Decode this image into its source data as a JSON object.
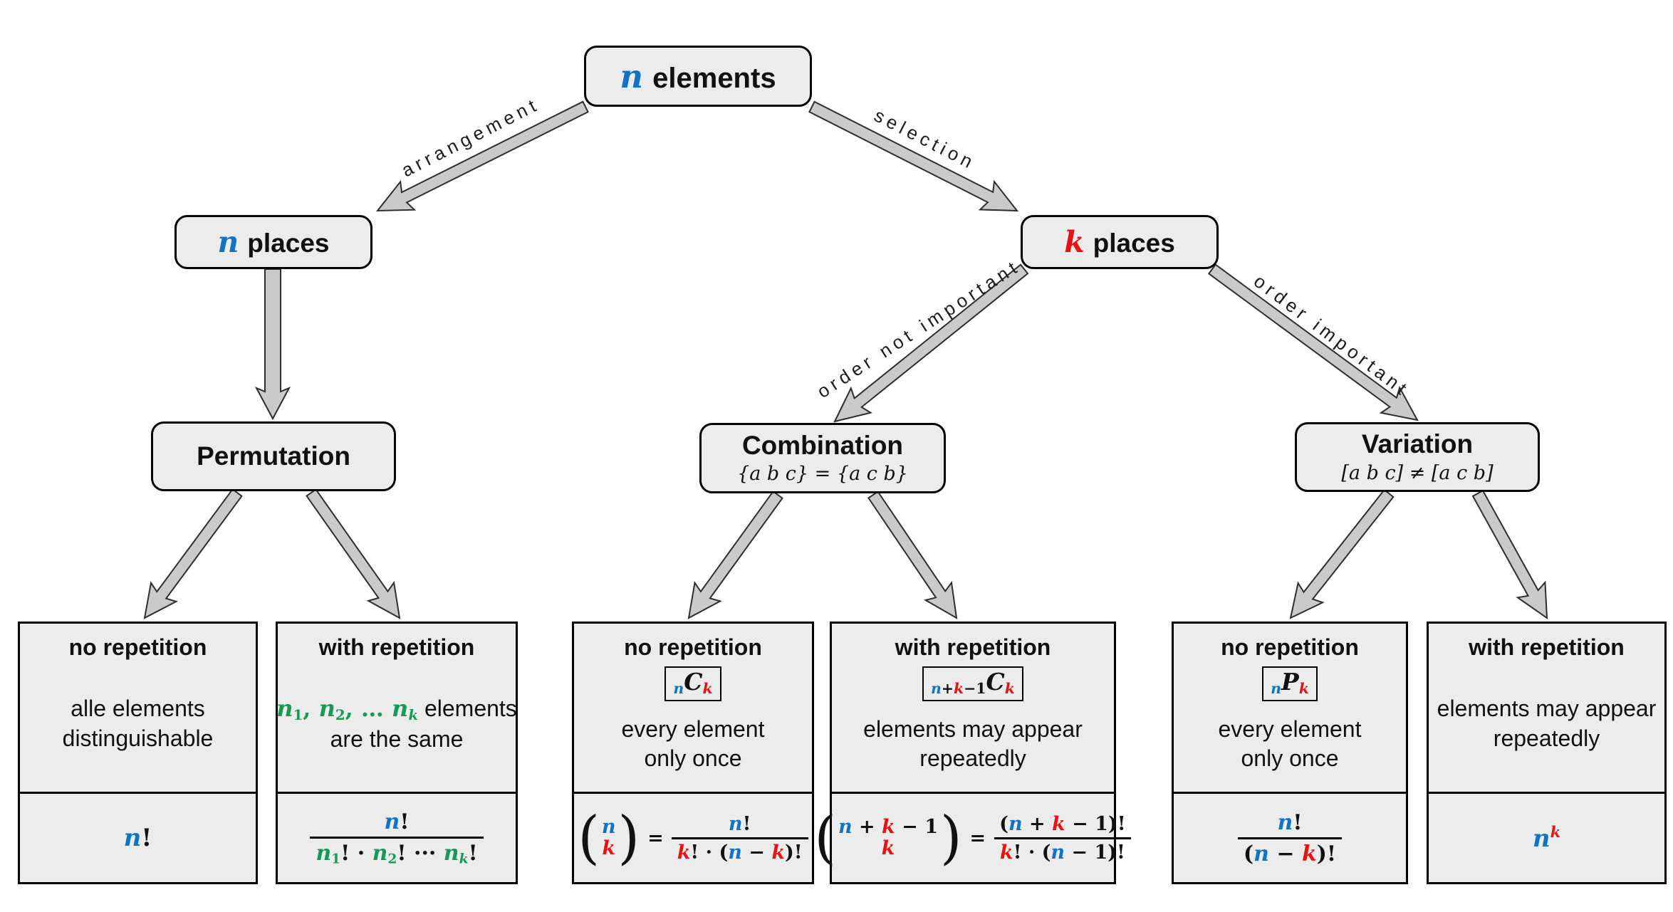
{
  "colors": {
    "blue": "#1273C6",
    "red": "#EE1010",
    "green": "#149C52",
    "box_fill": "#ECECEC",
    "arrow_fill": "#CACACA",
    "border": "#000000"
  },
  "nodes": {
    "root": {
      "var": "n",
      "label": "elements"
    },
    "n_places": {
      "var": "n",
      "label": "places"
    },
    "k_places": {
      "var": "k",
      "label": "places"
    },
    "permutation": {
      "title": "Permutation"
    },
    "combination": {
      "title": "Combination",
      "note": "{a b c} = {a c b}"
    },
    "variation": {
      "title": "Variation",
      "note": "[a b c] ≠ [a c b]"
    }
  },
  "edges": {
    "arrangement": "arrangement",
    "selection": "selection",
    "order_not_important": "order not important",
    "order_important": "order important"
  },
  "glyphs": {
    "eq": "=",
    "po": "(",
    "pc": ")"
  },
  "leaves": {
    "perm_norep": {
      "title": "no repetition",
      "desc1": [
        {
          "t": "alle elements",
          "c": "k",
          "f": "s"
        }
      ],
      "desc2": "distinguishable",
      "formula": [
        {
          "t": "n",
          "c": "b",
          "i": 1
        },
        {
          "t": "!",
          "c": "k"
        }
      ]
    },
    "perm_rep": {
      "title": "with repetition",
      "desc1": [
        {
          "t": "n",
          "c": "g",
          "i": 1
        },
        {
          "t": "1",
          "c": "g",
          "sub": 1
        },
        {
          "t": ", ",
          "c": "g"
        },
        {
          "t": "n",
          "c": "g",
          "i": 1
        },
        {
          "t": "2",
          "c": "g",
          "sub": 1
        },
        {
          "t": ", … ",
          "c": "g"
        },
        {
          "t": "n",
          "c": "g",
          "i": 1
        },
        {
          "t": "k",
          "c": "g",
          "i": 1,
          "sub": 1
        },
        {
          "t": " elements",
          "c": "k",
          "f": "s"
        }
      ],
      "desc2": "are the same",
      "frac": {
        "num": [
          {
            "t": "n",
            "c": "b",
            "i": 1
          },
          {
            "t": "!",
            "c": "k"
          }
        ],
        "den": [
          {
            "t": "n",
            "c": "g",
            "i": 1
          },
          {
            "t": "1",
            "c": "g",
            "sub": 1
          },
          {
            "t": "! · ",
            "c": "k"
          },
          {
            "t": "n",
            "c": "g",
            "i": 1
          },
          {
            "t": "2",
            "c": "g",
            "sub": 1
          },
          {
            "t": "! ··· ",
            "c": "k"
          },
          {
            "t": "n",
            "c": "g",
            "i": 1
          },
          {
            "t": "k",
            "c": "g",
            "i": 1,
            "sub": 1
          },
          {
            "t": "!",
            "c": "k"
          }
        ]
      }
    },
    "comb_norep": {
      "title": "no repetition",
      "sym": {
        "pre": [
          {
            "t": "n",
            "c": "b",
            "i": 1
          }
        ],
        "letter": "C",
        "post": [
          {
            "t": "k",
            "c": "r",
            "i": 1
          }
        ]
      },
      "desc1": [
        {
          "t": "every element",
          "c": "k",
          "f": "s"
        }
      ],
      "desc2": "only once",
      "binom": {
        "top": [
          {
            "t": "n",
            "c": "b",
            "i": 1
          }
        ],
        "bot": [
          {
            "t": "k",
            "c": "r",
            "i": 1
          }
        ]
      },
      "frac": {
        "num": [
          {
            "t": "n",
            "c": "b",
            "i": 1
          },
          {
            "t": "!",
            "c": "k"
          }
        ],
        "den": [
          {
            "t": "k",
            "c": "r",
            "i": 1
          },
          {
            "t": "! · (",
            "c": "k"
          },
          {
            "t": "n",
            "c": "b",
            "i": 1
          },
          {
            "t": " − ",
            "c": "k"
          },
          {
            "t": "k",
            "c": "r",
            "i": 1
          },
          {
            "t": ")!",
            "c": "k"
          }
        ]
      }
    },
    "comb_rep": {
      "title": "with repetition",
      "sym": {
        "pre": [
          {
            "t": "n",
            "c": "b",
            "i": 1
          },
          {
            "t": "+",
            "c": "k"
          },
          {
            "t": "k",
            "c": "r",
            "i": 1
          },
          {
            "t": "−1",
            "c": "k"
          }
        ],
        "letter": "C",
        "post": [
          {
            "t": "k",
            "c": "r",
            "i": 1
          }
        ]
      },
      "desc1": [
        {
          "t": "elements may appear",
          "c": "k",
          "f": "s"
        }
      ],
      "desc2": "repeatedly",
      "binom": {
        "top": [
          {
            "t": "n",
            "c": "b",
            "i": 1
          },
          {
            "t": " + ",
            "c": "k"
          },
          {
            "t": "k",
            "c": "r",
            "i": 1
          },
          {
            "t": " − 1",
            "c": "k"
          }
        ],
        "bot": [
          {
            "t": "k",
            "c": "r",
            "i": 1
          }
        ]
      },
      "frac": {
        "num": [
          {
            "t": "(",
            "c": "k"
          },
          {
            "t": "n",
            "c": "b",
            "i": 1
          },
          {
            "t": " + ",
            "c": "k"
          },
          {
            "t": "k",
            "c": "r",
            "i": 1
          },
          {
            "t": " − 1)!",
            "c": "k"
          }
        ],
        "den": [
          {
            "t": "k",
            "c": "r",
            "i": 1
          },
          {
            "t": "! · (",
            "c": "k"
          },
          {
            "t": "n",
            "c": "b",
            "i": 1
          },
          {
            "t": " − 1)!",
            "c": "k"
          }
        ]
      }
    },
    "var_norep": {
      "title": "no repetition",
      "sym": {
        "pre": [
          {
            "t": "n",
            "c": "b",
            "i": 1
          }
        ],
        "letter": "P",
        "post": [
          {
            "t": "k",
            "c": "r",
            "i": 1
          }
        ]
      },
      "desc1": [
        {
          "t": "every element",
          "c": "k",
          "f": "s"
        }
      ],
      "desc2": "only once",
      "frac": {
        "num": [
          {
            "t": "n",
            "c": "b",
            "i": 1
          },
          {
            "t": "!",
            "c": "k"
          }
        ],
        "den": [
          {
            "t": "(",
            "c": "k"
          },
          {
            "t": "n",
            "c": "b",
            "i": 1
          },
          {
            "t": " − ",
            "c": "k"
          },
          {
            "t": "k",
            "c": "r",
            "i": 1
          },
          {
            "t": ")!",
            "c": "k"
          }
        ]
      }
    },
    "var_rep": {
      "title": "with repetition",
      "desc1": [
        {
          "t": "elements may appear",
          "c": "k",
          "f": "s"
        }
      ],
      "desc2": "repeatedly",
      "formula": [
        {
          "t": "n",
          "c": "b",
          "i": 1
        },
        {
          "t": "k",
          "c": "r",
          "i": 1,
          "sup": 1
        }
      ]
    }
  }
}
